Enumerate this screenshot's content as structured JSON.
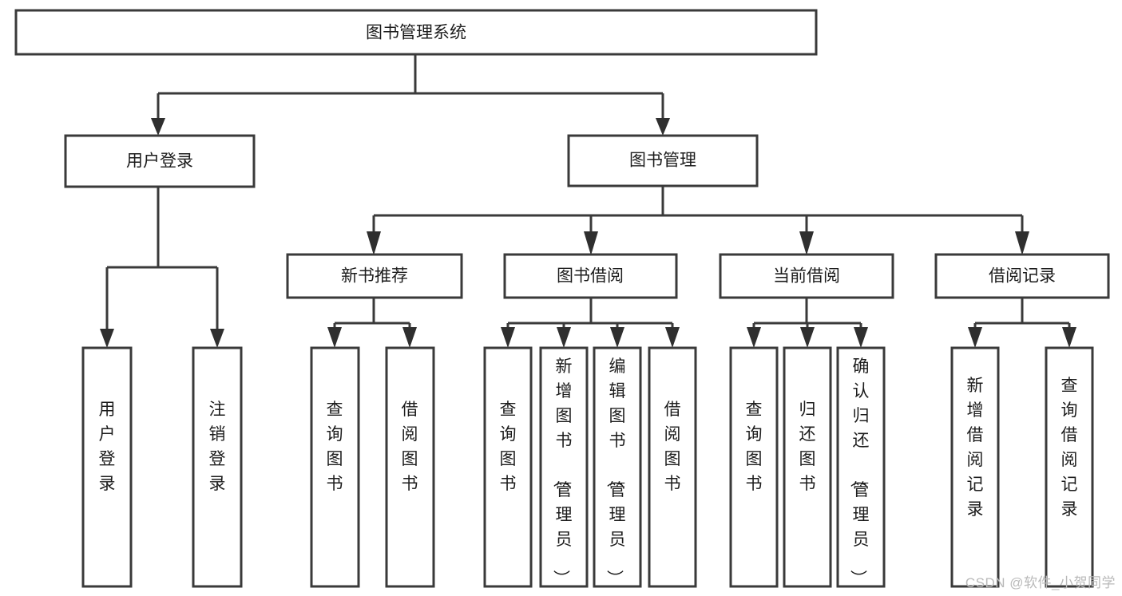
{
  "diagram": {
    "title": "图书管理系统",
    "type": "tree-hierarchy-chart",
    "watermark": "CSDN @软件_小贺同学",
    "colors": {
      "stroke": "#3a3a3a",
      "fill": "#ffffff",
      "text": "#1c1c1c",
      "watermark": "#b9b9b9"
    },
    "levels": {
      "root": {
        "label": "图书管理系统"
      },
      "level2": [
        {
          "id": "user-login",
          "label": "用户登录"
        },
        {
          "id": "book-manage",
          "label": "图书管理"
        }
      ],
      "level3": [
        {
          "id": "new-book-recommend",
          "label": "新书推荐",
          "parent": "book-manage"
        },
        {
          "id": "book-borrow",
          "label": "图书借阅",
          "parent": "book-manage"
        },
        {
          "id": "current-borrow",
          "label": "当前借阅",
          "parent": "book-manage"
        },
        {
          "id": "borrow-record",
          "label": "借阅记录",
          "parent": "book-manage"
        }
      ],
      "leaves": [
        {
          "id": "leaf-user-login",
          "label": "用户登录",
          "parent": "user-login"
        },
        {
          "id": "leaf-logout-login",
          "label": "注销登录",
          "parent": "user-login"
        },
        {
          "id": "leaf-query-book-1",
          "label": "查询图书",
          "parent": "new-book-recommend"
        },
        {
          "id": "leaf-borrow-book-1",
          "label": "借阅图书",
          "parent": "new-book-recommend"
        },
        {
          "id": "leaf-query-book-2",
          "label": "查询图书",
          "parent": "book-borrow"
        },
        {
          "id": "leaf-add-book",
          "label": "新增图书（管理员）",
          "parent": "book-borrow"
        },
        {
          "id": "leaf-edit-book",
          "label": "编辑图书（管理员）",
          "parent": "book-borrow"
        },
        {
          "id": "leaf-borrow-book-2",
          "label": "借阅图书",
          "parent": "book-borrow"
        },
        {
          "id": "leaf-query-book-3",
          "label": "查询图书",
          "parent": "current-borrow"
        },
        {
          "id": "leaf-return-book",
          "label": "归还图书",
          "parent": "current-borrow"
        },
        {
          "id": "leaf-confirm-return",
          "label": "确认归还（管理员）",
          "parent": "current-borrow"
        },
        {
          "id": "leaf-add-record",
          "label": "新增借阅记录",
          "parent": "borrow-record"
        },
        {
          "id": "leaf-query-record",
          "label": "查询借阅记录",
          "parent": "borrow-record"
        }
      ]
    }
  }
}
